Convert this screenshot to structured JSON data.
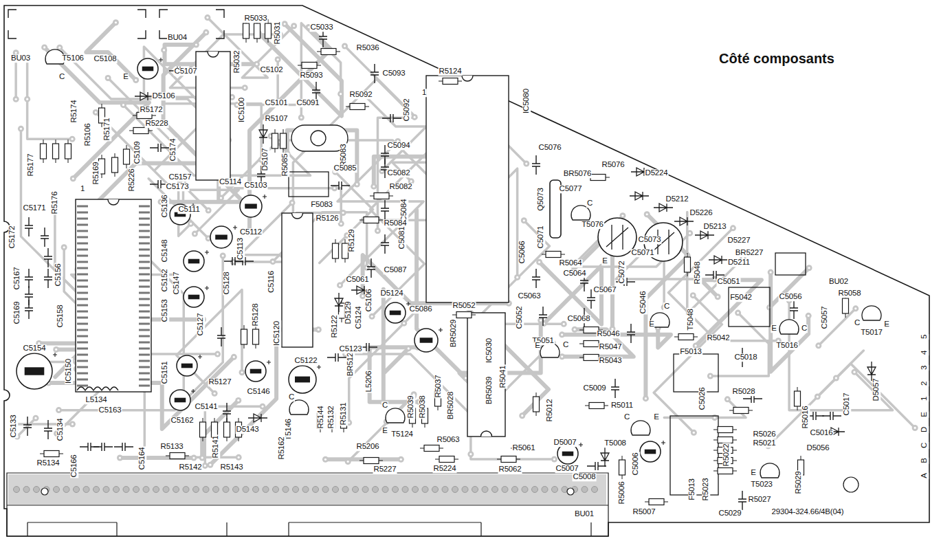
{
  "diagram": {
    "title": "Côté composants",
    "labels": [
      "BU03",
      "BU04",
      "R5033",
      "R5032",
      "R5031",
      "C5033",
      "R5036",
      "C5102",
      "R5093",
      "C5093",
      "T5106",
      "C5108",
      "C5107",
      "R5174",
      "R5106",
      "R5171",
      "D5106",
      "R5172",
      "R5228",
      "C5109",
      "R5177",
      "R5176",
      "R5169",
      "R5226",
      "C5174",
      "C5173",
      "IC5100",
      "C5101",
      "C5091",
      "R5107",
      "R5092",
      "C5092",
      "1",
      "D5107",
      "R5085",
      "R5083",
      "C5094",
      "R5124",
      "IC5080",
      "C5076",
      "R5076",
      "BR5076",
      "D5224",
      "C5077",
      "D5212",
      "T5076",
      "D5226",
      "D5213",
      "C5073",
      "D5227",
      "BR5227",
      "C5071",
      "D5211",
      "C5103",
      "C5085",
      "C5082",
      "R5082",
      "C5084",
      "R5084",
      "C5081",
      "Q5073",
      "C5071",
      "C5171",
      "C5172",
      "C5167",
      "C5169",
      "C5156",
      "C5158",
      "C5157",
      "C5114",
      "C5111",
      "C5136",
      "C5148",
      "C5112",
      "C5113",
      "C5116",
      "C5128",
      "C5152",
      "C5147",
      "C5153",
      "C5127",
      "R5128",
      "IC5120",
      "F5083",
      "R5126",
      "R5129",
      "C5061",
      "C5087",
      "D5124",
      "R5122",
      "D5129",
      "C5124",
      "C5106",
      "C5086",
      "R5052",
      "BR5029",
      "IC5030",
      "BR5039",
      "R5041",
      "C5066",
      "R5064",
      "C5064",
      "C5072",
      "C5063",
      "C5052",
      "C5068",
      "C5067",
      "C5046",
      "C5051",
      "R5048",
      "T5048",
      "BU02",
      "R5058",
      "C5056",
      "C5057",
      "F5042",
      "T5017",
      "T5016",
      "C5018",
      "R5042",
      "T5051",
      "R5046",
      "R5047",
      "R5043",
      "C5009",
      "R5011",
      "R5012",
      "F5013",
      "C5026",
      "R5028",
      "R5016",
      "C5016",
      "C5017",
      "D5057",
      "D5056",
      "R5026",
      "R5021",
      "R5022",
      "R5023",
      "F5013",
      "T5023",
      "R5029",
      "R5027",
      "C5029",
      "29304-324.66/4B(04)",
      "T5008",
      "D5007",
      "C5007",
      "C5006",
      "R5006",
      "R5007",
      "C5008",
      "R5061",
      "R5062",
      "R5063",
      "R5224",
      "R5227",
      "R5206",
      "BR5028",
      "R5037",
      "R5038",
      "R5039",
      "T5124",
      "L5206",
      "BR5124",
      "C5123",
      "C5122",
      "R5131",
      "R5132",
      "R5144",
      "T5146",
      "C5146",
      "D5143",
      "R5162",
      "R5143",
      "R5141",
      "R5142",
      "C5141",
      "R5127",
      "C5151",
      "C5162",
      "IC5150",
      "C5154",
      "L5134",
      "C5163",
      "C5133",
      "C5134",
      "C5166",
      "C5164",
      "R5134",
      "R5133",
      "BU01",
      "1",
      "C",
      "E",
      "C",
      "E",
      "E",
      "C",
      "C",
      "E",
      "E",
      "C",
      "C",
      "E",
      "C",
      "E",
      "E",
      "C",
      "E",
      "C",
      "A",
      "B",
      "C",
      "D",
      "E",
      "1",
      "2",
      "3",
      "4",
      "5"
    ]
  }
}
